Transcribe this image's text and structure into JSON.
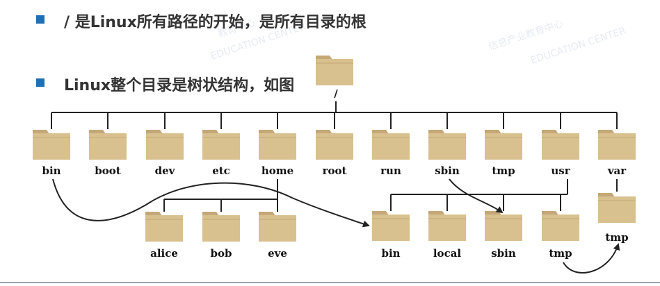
{
  "bullets": [
    {
      "text": "/ 是Linux所有路径的开始，是所有目录的根"
    },
    {
      "text": "Linux整个目录是树状结构，如图"
    }
  ],
  "watermarks": [
    "EDUCATION CENTER",
    "教育中心",
    "信息产业教育中心"
  ],
  "colors": {
    "folder": "#d9c08f",
    "folder_dark": "#c4a877",
    "line": "#222222",
    "bullet": "#1f6fb5"
  },
  "root": {
    "label": "/"
  },
  "level1": [
    {
      "label": "bin"
    },
    {
      "label": "boot"
    },
    {
      "label": "dev"
    },
    {
      "label": "etc"
    },
    {
      "label": "home"
    },
    {
      "label": "root"
    },
    {
      "label": "run"
    },
    {
      "label": "sbin"
    },
    {
      "label": "tmp"
    },
    {
      "label": "usr"
    },
    {
      "label": "var"
    }
  ],
  "home_children": [
    {
      "label": "alice"
    },
    {
      "label": "bob"
    },
    {
      "label": "eve"
    }
  ],
  "usr_children": [
    {
      "label": "bin"
    },
    {
      "label": "local"
    },
    {
      "label": "sbin"
    },
    {
      "label": "tmp"
    }
  ],
  "var_children": [
    {
      "label": "tmp"
    }
  ]
}
